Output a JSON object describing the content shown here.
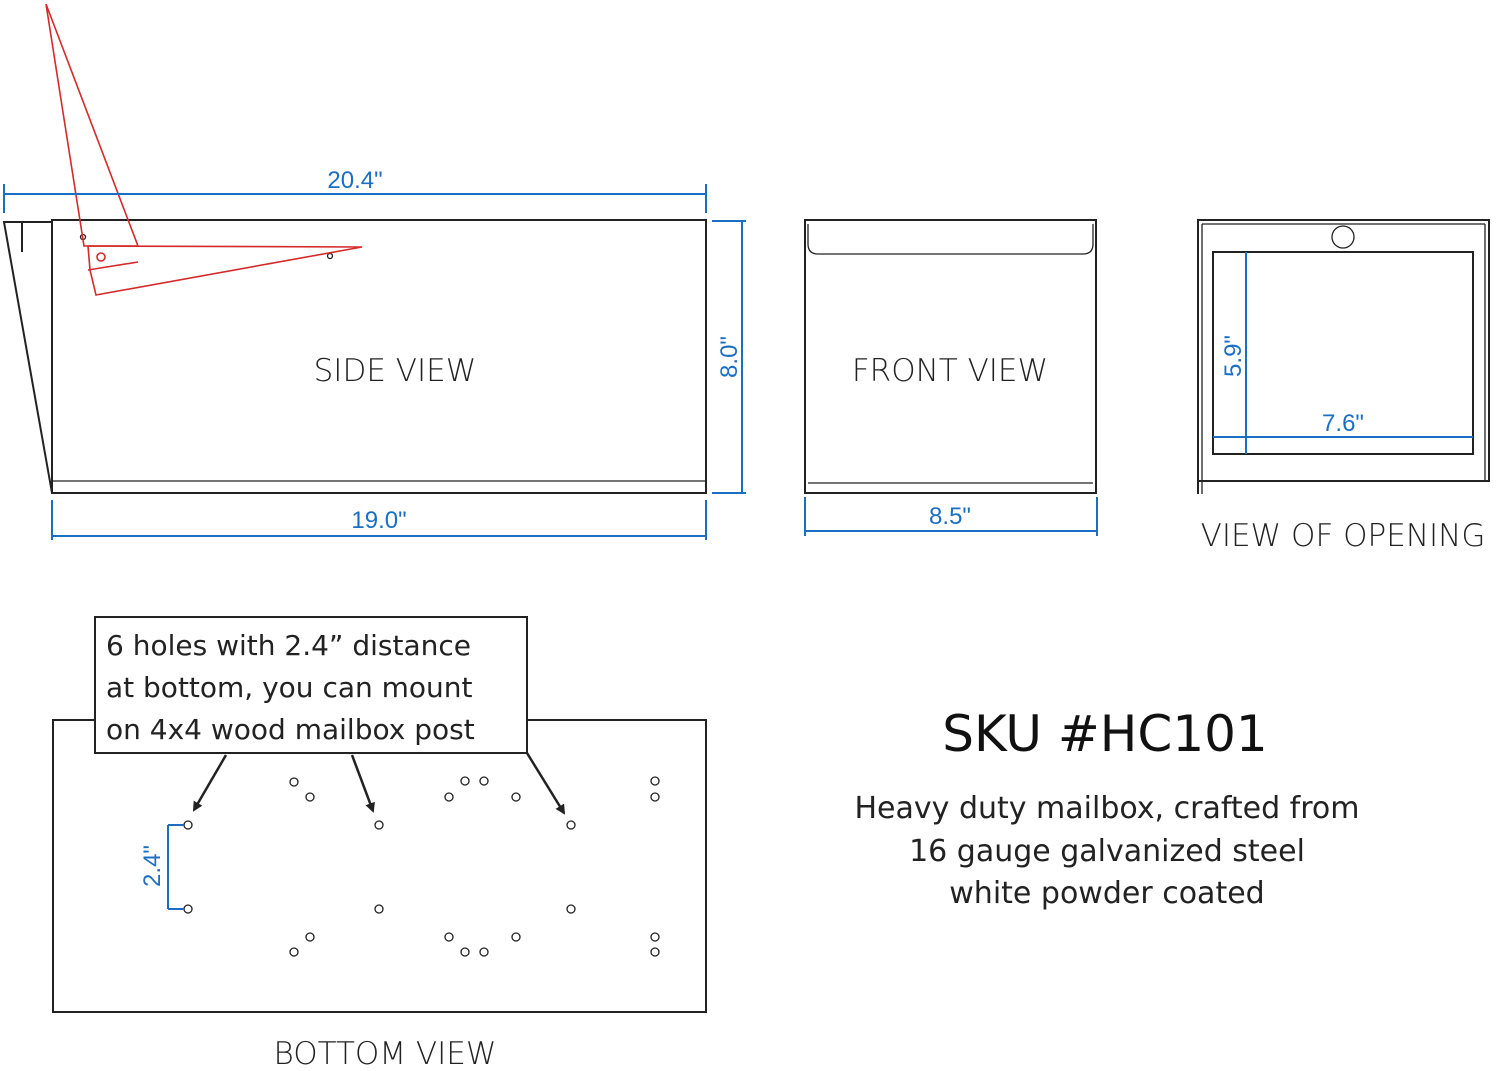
{
  "views": {
    "side": "SIDE VIEW",
    "front": "FRONT VIEW",
    "opening": "VIEW OF OPENING",
    "bottom": "BOTTOM VIEW"
  },
  "dimensions": {
    "side_total_length": "20.4\"",
    "side_body_length": "19.0\"",
    "height": "8.0\"",
    "front_width": "8.5\"",
    "opening_height": "5.9\"",
    "opening_width": "7.6\"",
    "hole_spacing": "2.4\""
  },
  "callout": {
    "lines": [
      "6 holes with 2.4” distance",
      "at bottom, you can mount",
      "on 4x4 wood mailbox post"
    ]
  },
  "product": {
    "sku": "SKU #HC101",
    "description": [
      "Heavy duty mailbox, crafted from",
      "16 gauge galvanized steel",
      "white powder coated"
    ]
  },
  "colors": {
    "dimension": "#1a6fc4",
    "flag": "#d42a2a",
    "outline": "#222222"
  }
}
